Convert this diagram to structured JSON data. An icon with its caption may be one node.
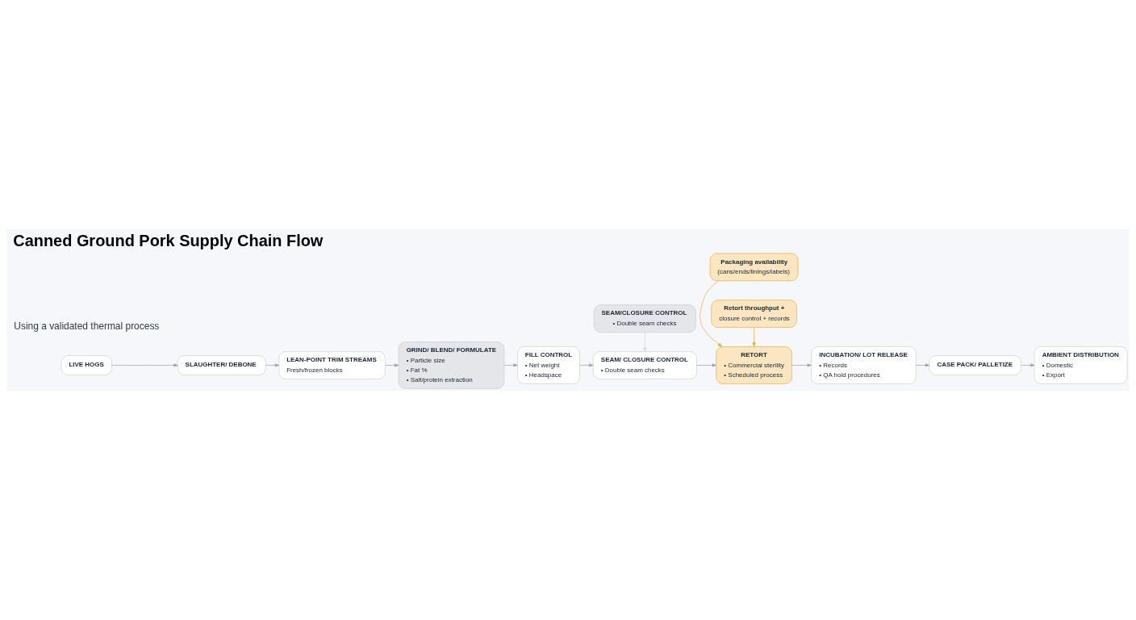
{
  "diagram": {
    "title": "Canned Ground Pork Supply Chain Flow",
    "nodes": [
      {
        "text": [
          "LIVE HOGS"
        ]
      },
      {
        "text": [
          "SLAUGHTER/ DEBONE"
        ]
      },
      {
        "text": [
          "LEAN-POINT TRIM STREAMS",
          "Fresh/frozen blocks"
        ]
      },
      {
        "text": [
          "GRIND/ BLEND/ FORMULATE",
          "• Particle size",
          "• Fat %",
          "• Salt/protein extraction"
        ]
      },
      {
        "text": [
          "FILL CONTROL",
          "• Net weight",
          "• Headspace"
        ]
      },
      {
        "text": [
          "SEAM/ CLOSURE CONTROL",
          "• Double seam checks"
        ]
      },
      {
        "text": [
          "RETORT",
          "• Commercial sterility",
          "• Scheduled process"
        ]
      },
      {
        "text": [
          "INCUBATION/ LOT RELEASE",
          "• Records",
          "• QA hold procedures"
        ]
      },
      {
        "text": [
          "CASE PACK/ PALLETIZE"
        ]
      },
      {
        "text": [
          "AMBIENT DISTRIBUTION",
          "• Domestic",
          "• Export"
        ]
      },
      {
        "text": [
          "SEAM/CLOSURE CONTROL",
          "• Double seam checks"
        ]
      },
      {
        "text": [
          "Packaging availability",
          "(cans/ends/linings/labels)"
        ]
      },
      {
        "text": [
          "Retort throughput +",
          "closure control + records"
        ]
      }
    ],
    "edges": [
      {
        "from": 0,
        "to": 1,
        "arrow": "to"
      },
      {
        "from": 1,
        "to": 2,
        "arrow": "to"
      },
      {
        "from": 2,
        "to": 3,
        "arrow": "to"
      },
      {
        "from": 3,
        "to": 4,
        "arrow": "to"
      },
      {
        "from": 4,
        "to": 5,
        "arrow": "to"
      },
      {
        "from": 5,
        "to": 6,
        "arrow": "to"
      },
      {
        "from": 6,
        "to": 7,
        "arrow": "to"
      },
      {
        "from": 7,
        "to": 8,
        "arrow": "to"
      },
      {
        "from": 8,
        "to": 9,
        "arrow": "to"
      },
      {
        "from": 10,
        "to": 5,
        "arrow": "to",
        "color": "#d5d8dc"
      },
      {
        "from": 11,
        "to": 6,
        "arrow": "to",
        "color": "#e8a838"
      },
      {
        "from": 12,
        "to": 6,
        "arrow": "to",
        "color": "#e8a838"
      }
    ],
    "labels": [
      "Using a validated thermal process"
    ]
  }
}
